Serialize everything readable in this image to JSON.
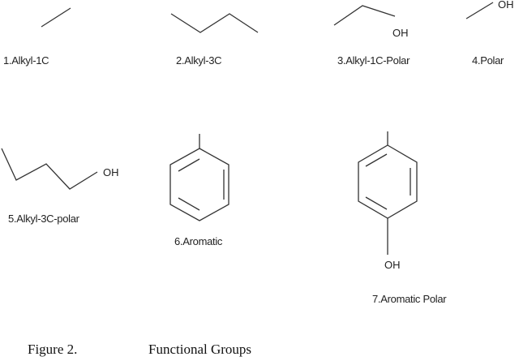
{
  "figure": {
    "caption_number": "Figure 2.",
    "caption_title": "Functional Groups"
  },
  "groups": [
    {
      "label": "1.Alkyl-1C"
    },
    {
      "label": "2.Alkyl-3C"
    },
    {
      "label": "3.Alkyl-1C-Polar",
      "atom": "OH"
    },
    {
      "label": "4.Polar",
      "atom": "OH"
    },
    {
      "label": "5.Alkyl-3C-polar",
      "atom": "OH"
    },
    {
      "label": "6.Aromatic"
    },
    {
      "label": "7.Aromatic Polar",
      "atom": "OH"
    }
  ]
}
